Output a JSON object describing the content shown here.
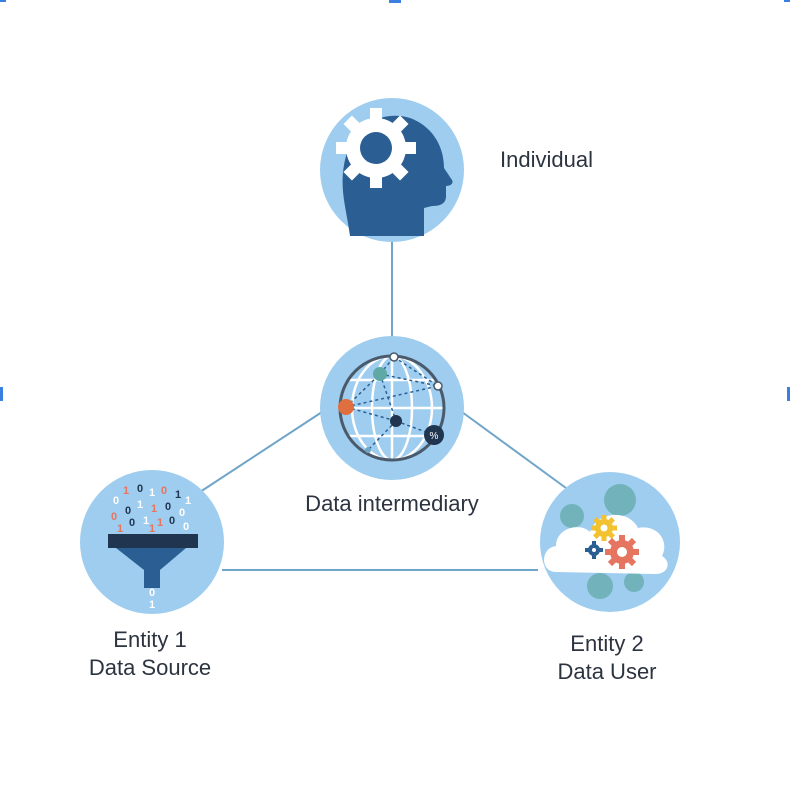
{
  "nodes": {
    "individual": {
      "label": "Individual"
    },
    "intermediary": {
      "label": "Data intermediary"
    },
    "entity1": {
      "line1": "Entity 1",
      "line2": "Data Source"
    },
    "entity2": {
      "line1": "Entity 2",
      "line2": "Data User"
    }
  },
  "funnel_bits": [
    "0",
    "1",
    "0",
    "1",
    "0",
    "1",
    "1",
    "0",
    "0",
    "1",
    "1",
    "0",
    "0",
    "1",
    "0",
    "1",
    "1",
    "0",
    "0",
    "1"
  ],
  "funnel_output_bits": [
    "0",
    "1"
  ],
  "colors": {
    "circle_fill": "#9ecdef",
    "dark_blue": "#2b5f94",
    "navy": "#1f3550",
    "connector": "#6fa5c8",
    "orange": "#e06f3f",
    "coral": "#e57560",
    "yellow": "#f2c230",
    "teal": "#5fa8a6",
    "label_text": "#2c3440",
    "handle": "#3b7fe0"
  }
}
